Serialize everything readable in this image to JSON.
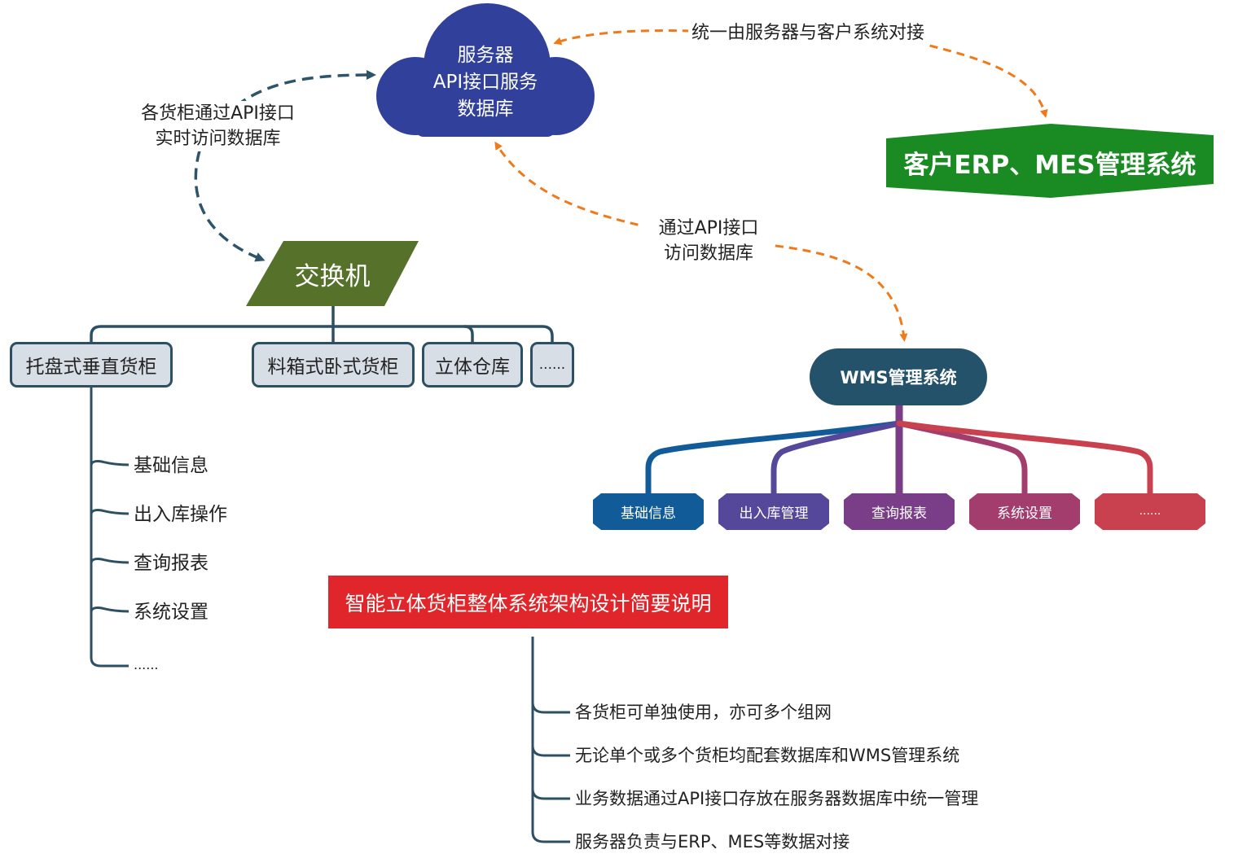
{
  "server": {
    "line1": "服务器",
    "line2": "API接口服务",
    "line3": "数据库"
  },
  "edges": {
    "server_to_erp": "统一由服务器与客户系统对接",
    "cabinet_to_server": [
      "各货柜通过API接口",
      "实时访问数据库"
    ],
    "wms_to_server": [
      "通过API接口",
      "访问数据库"
    ]
  },
  "erp": {
    "label": "客户ERP、MES管理系统"
  },
  "switch": {
    "label": "交换机"
  },
  "cabinets": [
    {
      "label": "托盘式垂直货柜"
    },
    {
      "label": "料箱式卧式货柜"
    },
    {
      "label": "立体仓库"
    },
    {
      "label": "......"
    }
  ],
  "cabinet_functions": [
    "基础信息",
    "出入库操作",
    "查询报表",
    "系统设置",
    "......"
  ],
  "wms": {
    "label": "WMS管理系统",
    "children": [
      {
        "label": "基础信息",
        "color": "#115c98"
      },
      {
        "label": "出入库管理",
        "color": "#55479a"
      },
      {
        "label": "查询报表",
        "color": "#7a3d88"
      },
      {
        "label": "系统设置",
        "color": "#a23d6e"
      },
      {
        "label": "......",
        "color": "#c9404f"
      }
    ]
  },
  "summary": {
    "title": "智能立体货柜整体系统架构设计简要说明",
    "points": [
      "各货柜可单独使用，亦可多个组网",
      "无论单个或多个货柜均配套数据库和WMS管理系统",
      "业务数据通过API接口存放在服务器数据库中统一管理",
      "服务器负责与ERP、MES等数据对接"
    ]
  },
  "colors": {
    "cloud": "#30409b",
    "erp_green": "#1a8a22",
    "switch_olive": "#56722a",
    "tree_line": "#2d4f63",
    "dashed_orange": "#f07a19",
    "dashed_navy": "#2d5468",
    "title_red": "#e0262a"
  }
}
